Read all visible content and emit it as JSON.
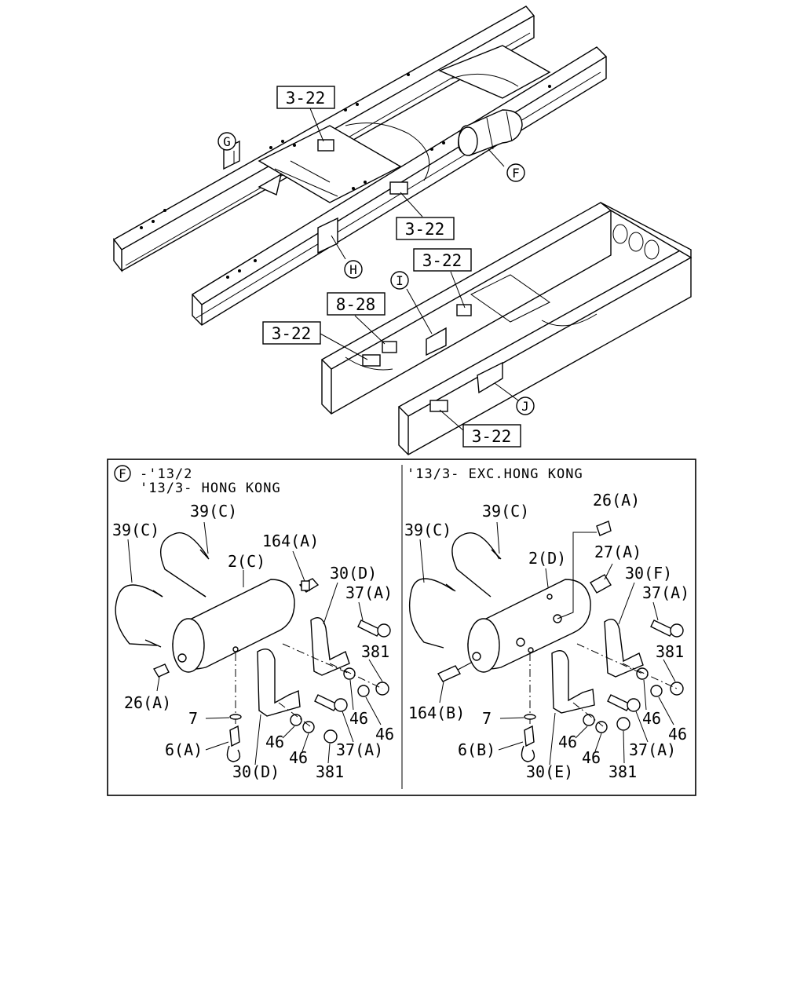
{
  "overview": {
    "refs": [
      "3-22",
      "3-22",
      "3-22",
      "3-22",
      "8-28",
      "3-22"
    ],
    "markers": [
      "G",
      "F",
      "H",
      "I",
      "J"
    ]
  },
  "detail": {
    "marker": "F",
    "left": {
      "header_line1": "-'13/2",
      "header_line2": "'13/3- HONG KONG",
      "labels": [
        "39(C)",
        "39(C)",
        "164(A)",
        "2(C)",
        "30(D)",
        "37(A)",
        "381",
        "26(A)",
        "7",
        "6(A)",
        "46",
        "46",
        "46",
        "46",
        "37(A)",
        "381",
        "30(D)"
      ]
    },
    "right": {
      "header": "'13/3- EXC.HONG KONG",
      "labels": [
        "26(A)",
        "39(C)",
        "39(C)",
        "2(D)",
        "27(A)",
        "30(F)",
        "37(A)",
        "381",
        "164(B)",
        "7",
        "6(B)",
        "46",
        "46",
        "46",
        "46",
        "37(A)",
        "381",
        "30(E)"
      ]
    }
  }
}
